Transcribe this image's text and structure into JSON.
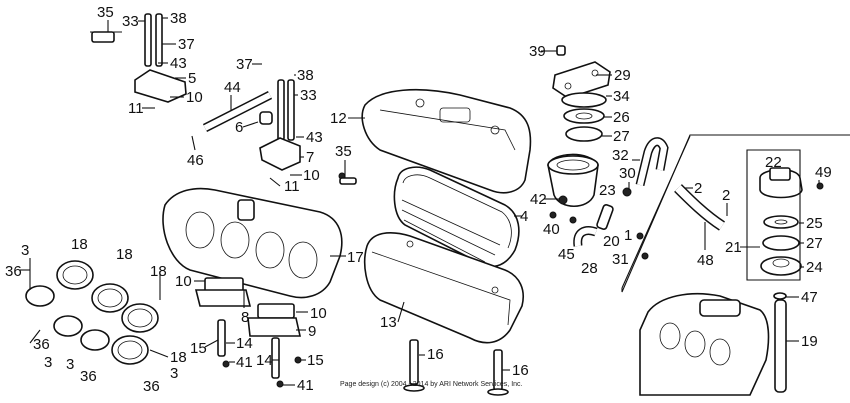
{
  "labels": {
    "l35a": "35",
    "l33a": "33",
    "l38a": "38",
    "l37a": "37",
    "l43a": "43",
    "l5": "5",
    "l10a": "10",
    "l11a": "11",
    "l44": "44",
    "l6": "6",
    "l46": "46",
    "l37b": "37",
    "l38b": "38",
    "l33b": "33",
    "l43b": "43",
    "l7": "7",
    "l10b": "10",
    "l11b": "11",
    "l35b": "35",
    "l12": "12",
    "l39": "39",
    "l29": "29",
    "l34": "34",
    "l26": "26",
    "l27a": "27",
    "l32": "32",
    "l30": "30",
    "l23": "23",
    "l42": "42",
    "l2a": "2",
    "l2b": "2",
    "l22": "22",
    "l49": "49",
    "l25": "25",
    "l27b": "27",
    "l21": "21",
    "l24": "24",
    "l48": "48",
    "l4": "4",
    "l40": "40",
    "l45": "45",
    "l20": "20",
    "l1": "1",
    "l31": "31",
    "l28": "28",
    "l17": "17",
    "l3a": "3",
    "l36a": "36",
    "l18a": "18",
    "l18b": "18",
    "l18c": "18",
    "l18d": "18",
    "l36b": "36",
    "l3b": "3",
    "l3c": "3",
    "l36c": "36",
    "l36d": "36",
    "l3d": "3",
    "l10c": "10",
    "l8": "8",
    "l10d": "10",
    "l9": "9",
    "l15a": "15",
    "l14a": "14",
    "l41a": "41",
    "l14b": "14",
    "l15b": "15",
    "l41b": "41",
    "l13": "13",
    "l16a": "16",
    "l16b": "16",
    "l47": "47",
    "l19": "19"
  },
  "copyright": "Page design (c) 2004 - 2014 by ARI Network Services, Inc."
}
